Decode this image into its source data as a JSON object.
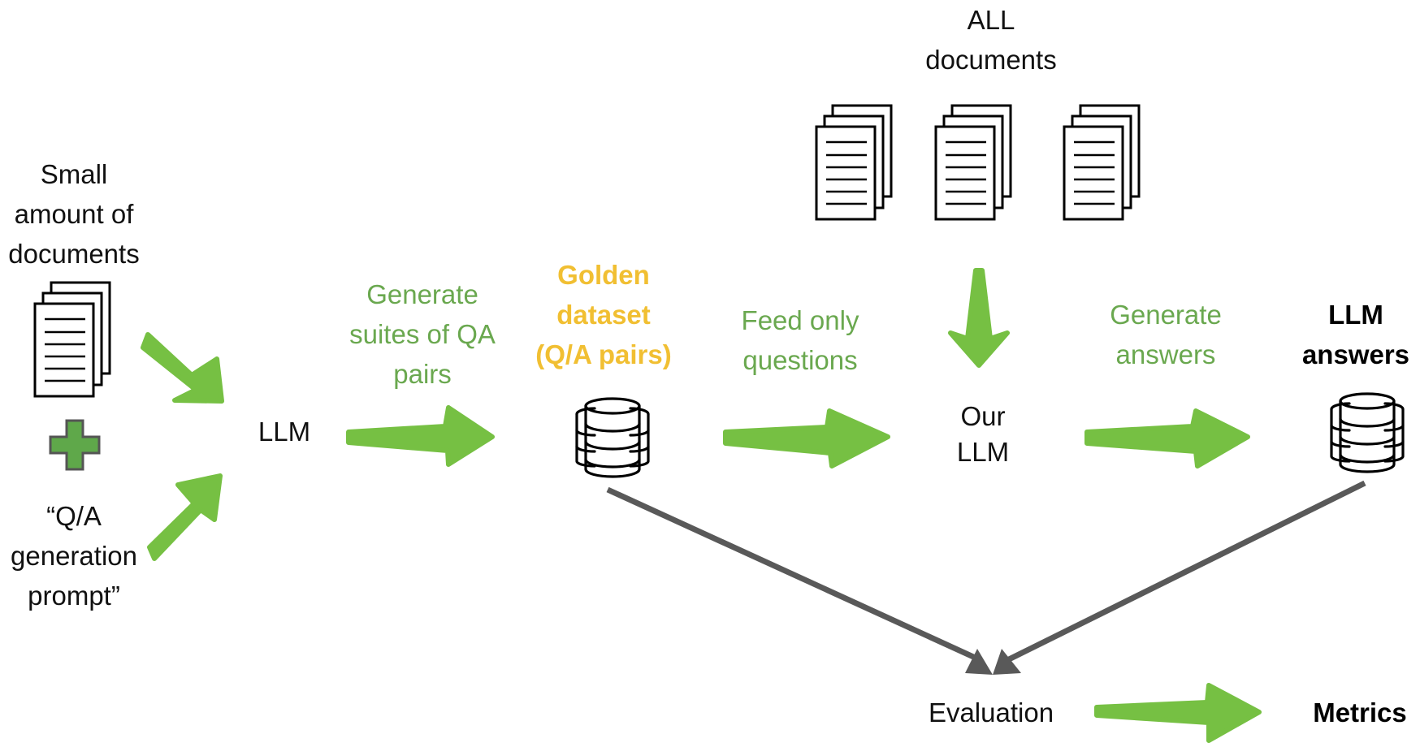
{
  "colors": {
    "flow_arrow": "#76c043",
    "eval_arrow": "#595959",
    "green_text": "#6aa84f",
    "gold_text": "#f1bf32",
    "plus_fill": "#5fa84a",
    "plus_outline": "#555555"
  },
  "nodes": {
    "small_docs": {
      "lines": [
        "Small",
        "amount of",
        "documents"
      ],
      "icon": "document-stack-icon"
    },
    "plus": {
      "icon": "plus-icon"
    },
    "prompt": {
      "lines": [
        "“Q/A",
        "generation",
        "prompt”"
      ]
    },
    "llm": {
      "label": "LLM"
    },
    "golden_dataset": {
      "lines": [
        "Golden",
        "dataset",
        "(Q/A pairs)"
      ],
      "icon": "database-icon"
    },
    "all_docs": {
      "lines": [
        "ALL",
        "documents"
      ],
      "icon": "document-stack-icon",
      "stack_count": 3
    },
    "our_llm": {
      "lines": [
        "Our",
        "LLM"
      ]
    },
    "llm_answers": {
      "lines": [
        "LLM",
        "answers"
      ],
      "icon": "database-icon"
    },
    "evaluation": {
      "label": "Evaluation"
    },
    "metrics": {
      "label": "Metrics"
    }
  },
  "edges": {
    "generate_qa": {
      "lines": [
        "Generate",
        "suites of QA",
        "pairs"
      ]
    },
    "feed_questions": {
      "lines": [
        "Feed only",
        "questions"
      ]
    },
    "generate_answers": {
      "lines": [
        "Generate",
        "answers"
      ]
    }
  }
}
